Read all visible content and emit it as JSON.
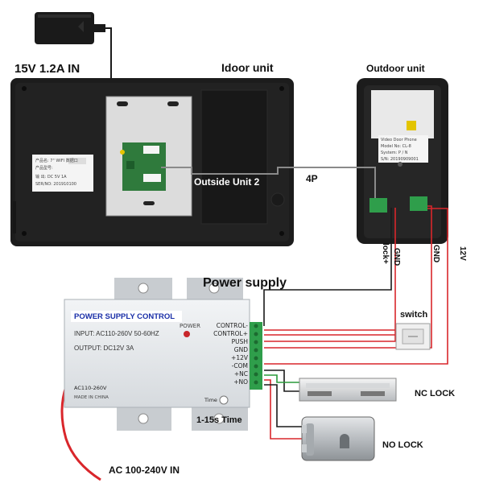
{
  "labels": {
    "power_in": "15V 1.2A  IN",
    "indoor_unit": "Idoor unit",
    "outdoor_unit": "Outdoor unit",
    "outside_unit_2": "Outside Unit 2",
    "four_p": "4P",
    "power_supply": "Power supply",
    "lock_plus": "lock+",
    "gnd_left": "GND",
    "gnd_right": "GND",
    "twelve_v": "12V",
    "switch": "switch",
    "nc_lock": "NC LOCK",
    "no_lock": "NO LOCK",
    "time_range": "1-15s Time",
    "ac_input": "AC 100-240V IN"
  },
  "psu": {
    "title": "POWER SUPPLY CONTROL",
    "input": "INPUT: AC110-260V 50-60HZ",
    "output": "OUTPUT: DC12V  3A",
    "power_led": "POWER",
    "ac_label": "AC110-260V",
    "made_in": "MADE IN CHINA",
    "time_knob": "Time",
    "terminals": [
      "CONTROL-",
      "CONTROL+",
      "PUSH",
      "GND",
      "+12V",
      "-COM",
      "+NC",
      "+NO"
    ]
  },
  "indoor_sticker": {
    "line1": "产品名: 7\" WIFI 数据口",
    "line2": "产品型号:",
    "line3": "输  出:  DC 5V   1A",
    "line4": "SER/NO:  201910100"
  },
  "outdoor_sticker": {
    "line1": "Video Door Phone",
    "line2": "Model No: CL-8",
    "line3": "System: P / N",
    "line4": "S/N: 20190909001"
  },
  "colors": {
    "wire_red": "#d9262b",
    "wire_black": "#1a1a1a",
    "wire_gray": "#8a8a8a",
    "wire_green": "#2a9a3a",
    "terminal_green": "#2f9e4b",
    "unit_body": "#1c1c1c",
    "psu_body": "#e9ecef",
    "psu_title": "#1a2fa8"
  }
}
